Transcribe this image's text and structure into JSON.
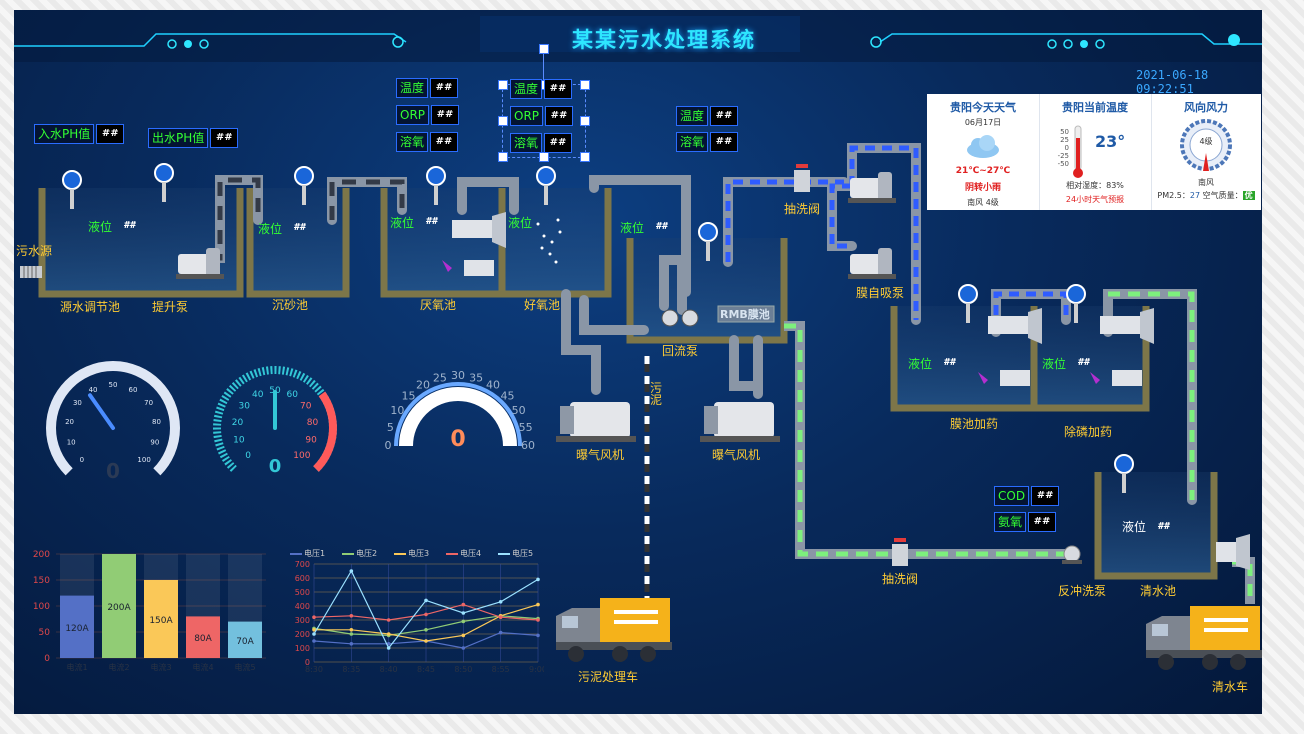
{
  "header": {
    "title": "某某污水处理系统",
    "datetime": "2021-06-18  09:22:51"
  },
  "sensors": {
    "inlet_ph": {
      "label": "入水PH值",
      "value": "##"
    },
    "outlet_ph": {
      "label": "出水PH值",
      "value": "##"
    },
    "anoxic": [
      {
        "label": "温度",
        "value": "##"
      },
      {
        "label": "ORP",
        "value": "##"
      },
      {
        "label": "溶氧",
        "value": "##"
      }
    ],
    "aerobic": [
      {
        "label": "温度",
        "value": "##"
      },
      {
        "label": "ORP",
        "value": "##"
      },
      {
        "label": "溶氧",
        "value": "##"
      }
    ],
    "mbr": [
      {
        "label": "温度",
        "value": "##"
      },
      {
        "label": "溶氧",
        "value": "##"
      }
    ],
    "clear": [
      {
        "label": "COD",
        "value": "##"
      },
      {
        "label": "氨氧",
        "value": "##"
      }
    ]
  },
  "process": {
    "source": "污水源",
    "level_label": "液位",
    "level_value": "##",
    "tanks": {
      "regulating": "源水调节池",
      "lift_pump": "提升泵",
      "grit": "沉砂池",
      "anoxic": "厌氧池",
      "aerobic": "好氧池",
      "mbr": "RMB膜池",
      "return_pump": "回流泵",
      "backwash_valve_1": "抽洗阀",
      "membrane_pump": "膜自吸泵",
      "membrane_dosing": "膜池加药",
      "phosphorus_dosing": "除磷加药",
      "blower_1": "曝气风机",
      "blower_2": "曝气风机",
      "sludge_pipe": "污泥",
      "sludge_truck": "污泥处理车",
      "backwash_valve_2": "抽洗阀",
      "backwash_pump": "反冲洗泵",
      "clear_tank": "清水池",
      "clear_truck": "清水车"
    }
  },
  "weather": {
    "today": {
      "title": "贵阳今天天气",
      "date": "06月17日",
      "temp": "21℃~27℃",
      "desc": "阴转小雨",
      "wind": "南风 4级"
    },
    "current": {
      "title": "贵阳当前温度",
      "temp": "23°",
      "scale": [
        "50",
        "25",
        "0",
        "-25",
        "-50"
      ],
      "humidity": "相对湿度：83%",
      "forecast": "24小时天气预报"
    },
    "wind": {
      "title": "风向风力",
      "level": "4级",
      "dir": "南风",
      "pm_label": "PM2.5：",
      "pm_value": "27",
      "aq_label": "空气质量：",
      "aq_value": "优"
    }
  },
  "gauges": [
    {
      "value": "0",
      "ticks": [
        "0",
        "10",
        "20",
        "30",
        "40",
        "50",
        "60",
        "70",
        "80",
        "90",
        "100"
      ],
      "reading": 0.37
    },
    {
      "value": "0",
      "ticks": [
        "0",
        "10",
        "20",
        "30",
        "40",
        "50",
        "60",
        "70",
        "80",
        "90",
        "100"
      ],
      "reading": 0.5
    },
    {
      "value": "0",
      "ticks": [
        "0",
        "5",
        "10",
        "15",
        "20",
        "25",
        "30",
        "35",
        "40",
        "45",
        "50",
        "55",
        "60"
      ],
      "reading": 0.0
    }
  ],
  "chart_data": [
    {
      "type": "bar",
      "categories": [
        "电流1",
        "电流2",
        "电流3",
        "电流4",
        "电流5"
      ],
      "values": [
        120,
        200,
        150,
        80,
        70
      ],
      "labels": [
        "120A",
        "200A",
        "150A",
        "80A",
        "70A"
      ],
      "colors": [
        "#5470c6",
        "#91cc75",
        "#fac858",
        "#ee6666",
        "#73c0de"
      ],
      "ylim": [
        0,
        200
      ],
      "yticks": [
        "0",
        "50",
        "100",
        "150",
        "200"
      ]
    },
    {
      "type": "line",
      "x": [
        "8:30",
        "8:35",
        "8:40",
        "8:45",
        "8:50",
        "8:55",
        "9:00"
      ],
      "ylim": [
        0,
        700
      ],
      "yticks": [
        "0",
        "100",
        "200",
        "300",
        "400",
        "500",
        "600",
        "700"
      ],
      "series": [
        {
          "name": "电压1",
          "color": "#5470c6",
          "values": [
            150,
            130,
            130,
            150,
            100,
            210,
            190
          ]
        },
        {
          "name": "电压2",
          "color": "#91cc75",
          "values": [
            240,
            200,
            190,
            230,
            290,
            330,
            310
          ]
        },
        {
          "name": "电压3",
          "color": "#fac858",
          "values": [
            230,
            230,
            200,
            150,
            190,
            330,
            410
          ]
        },
        {
          "name": "电压4",
          "color": "#ee6666",
          "values": [
            320,
            330,
            300,
            340,
            410,
            320,
            300
          ]
        },
        {
          "name": "电压5",
          "color": "#9be1ff",
          "values": [
            200,
            650,
            100,
            440,
            350,
            430,
            590
          ]
        }
      ]
    }
  ]
}
